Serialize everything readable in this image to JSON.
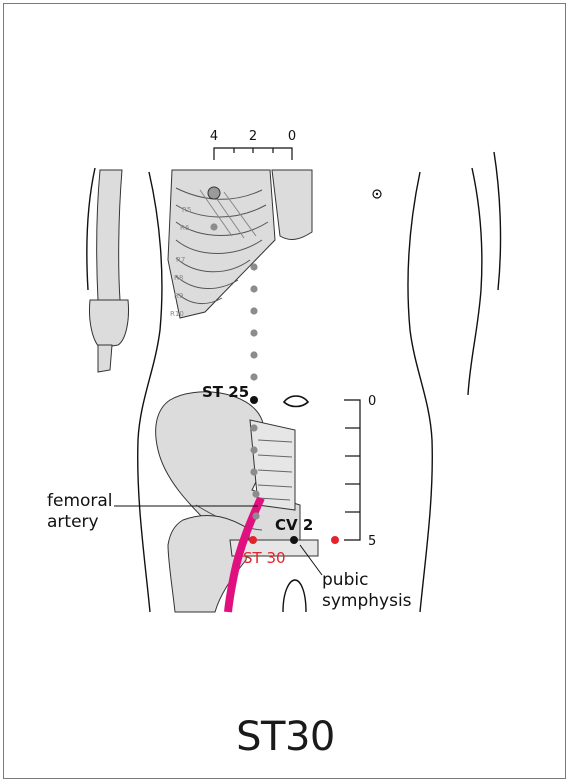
{
  "title": "ST30",
  "top_scale": {
    "ticks": [
      "4",
      "2",
      "0"
    ]
  },
  "right_scale": {
    "top": "0",
    "bottom": "5"
  },
  "rib_labels": [
    "R5",
    "R6",
    "R7",
    "R8",
    "R9",
    "R10"
  ],
  "points": {
    "st25": "ST 25",
    "cv2": "CV 2",
    "st30": "ST 30"
  },
  "structures": {
    "femoral_line1": "femoral",
    "femoral_line2": "artery",
    "pubic_line1": "pubic",
    "pubic_line2": "symphysis"
  },
  "colors": {
    "bone": "#dcdcdc",
    "outline": "#111111",
    "artery": "#e0117f",
    "highlight_point": "#e3242b",
    "guide_dots": "#8c8c8c"
  }
}
